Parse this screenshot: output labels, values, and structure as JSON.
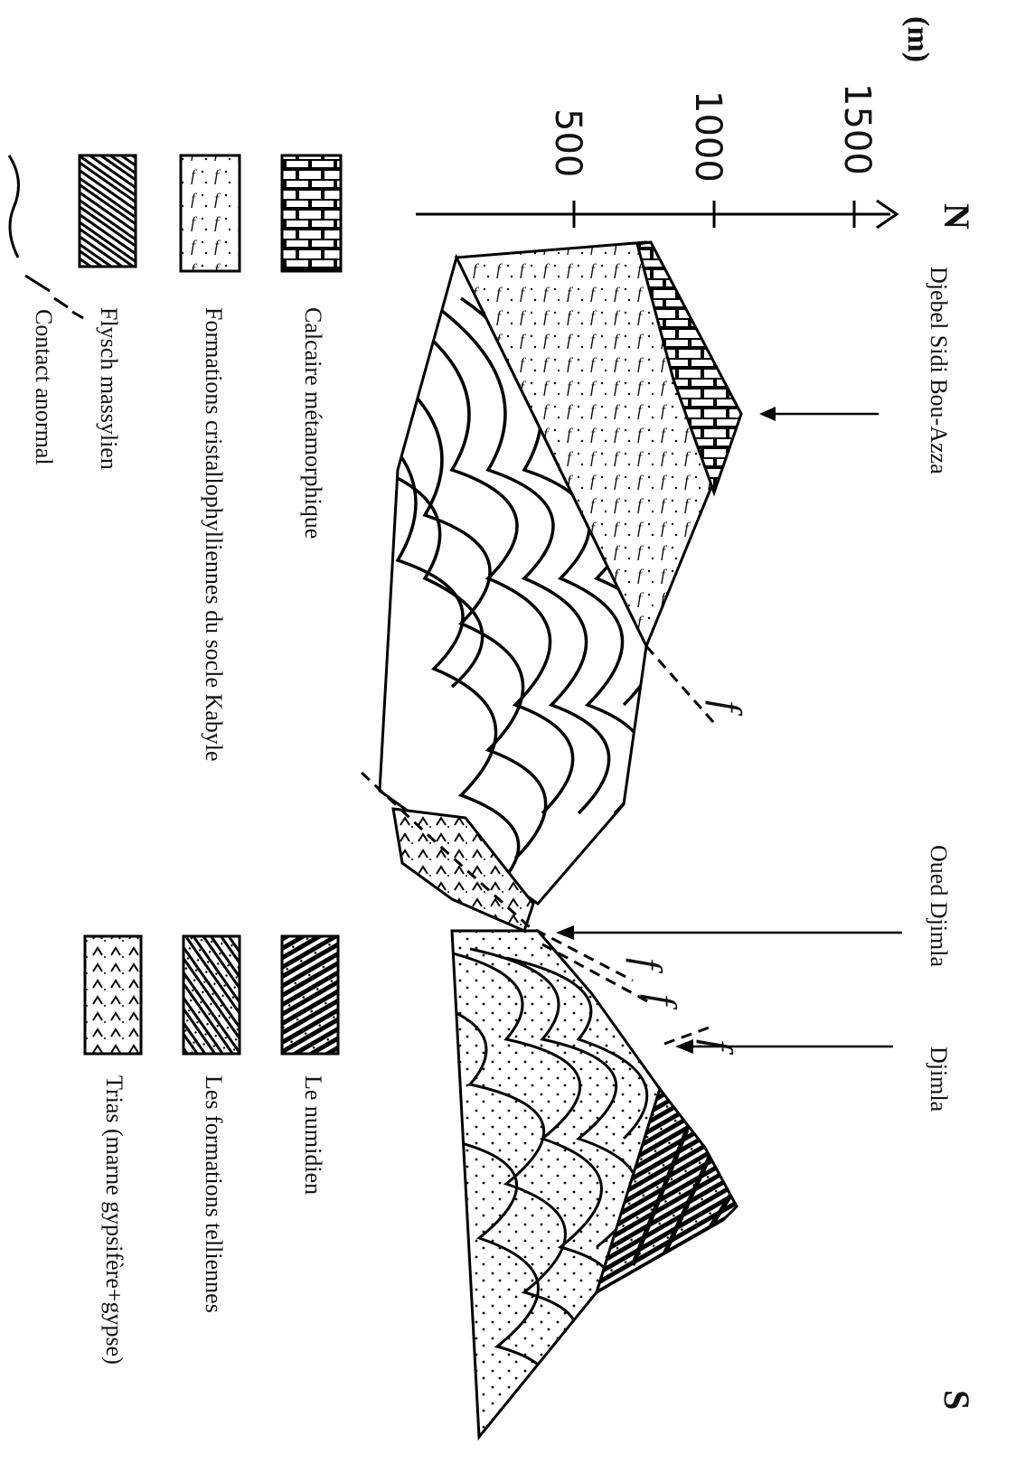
{
  "axis": {
    "unit": "(m)",
    "ticks": [
      "1500",
      "1000",
      "500"
    ]
  },
  "directions": {
    "north": "N",
    "south": "S"
  },
  "localities": {
    "djebel": "Djebel Sidi Bou-Azza",
    "oued": "Oued Djimla",
    "djimla": "Djimla"
  },
  "fault_symbol": "f",
  "legend": {
    "calcaire": "Calcaire métamorphique",
    "cristallo": "Formations cristallophylliennes du socle Kabyle",
    "flysch": "Flysch massylien",
    "contact": "Contact anormal",
    "numidien": "Le numidien",
    "telliennes": "Les formations telliennes",
    "trias": "Trias (marne gypsifère+gypse)"
  }
}
